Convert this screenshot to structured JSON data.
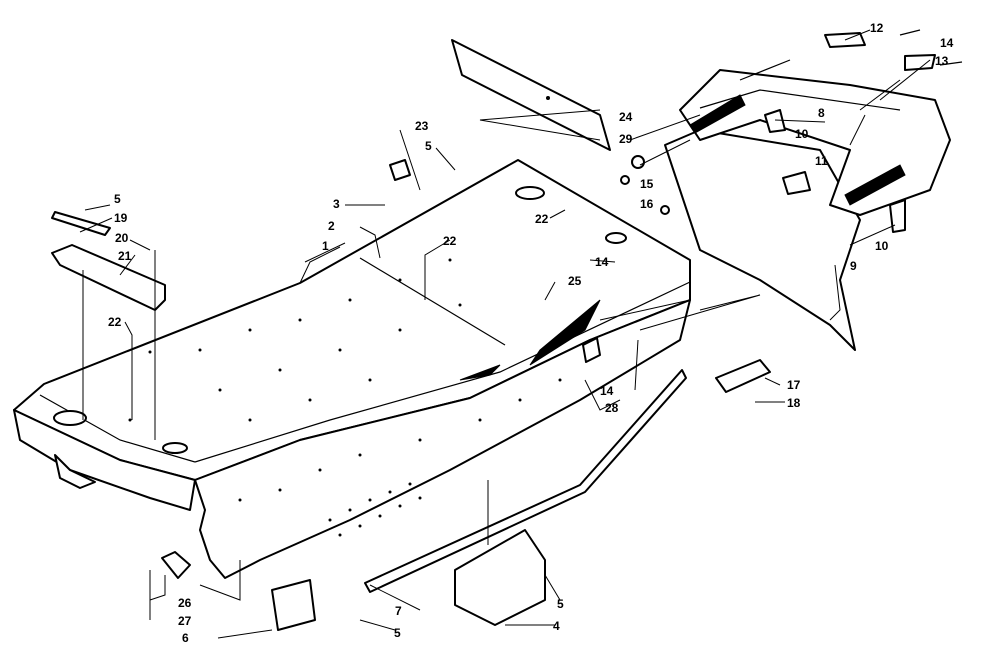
{
  "diagram": {
    "type": "exploded-parts-view",
    "callouts": [
      {
        "id": "c1",
        "text": "1"
      },
      {
        "id": "c2",
        "text": "2"
      },
      {
        "id": "c3",
        "text": "3"
      },
      {
        "id": "c4",
        "text": "4"
      },
      {
        "id": "c5a",
        "text": "5"
      },
      {
        "id": "c5b",
        "text": "5"
      },
      {
        "id": "c5c",
        "text": "5"
      },
      {
        "id": "c5d",
        "text": "5"
      },
      {
        "id": "c6",
        "text": "6"
      },
      {
        "id": "c7",
        "text": "7"
      },
      {
        "id": "c8",
        "text": "8"
      },
      {
        "id": "c9",
        "text": "9"
      },
      {
        "id": "c10a",
        "text": "10"
      },
      {
        "id": "c10b",
        "text": "10"
      },
      {
        "id": "c11",
        "text": "11"
      },
      {
        "id": "c12",
        "text": "12"
      },
      {
        "id": "c13",
        "text": "13"
      },
      {
        "id": "c14a",
        "text": "14"
      },
      {
        "id": "c14b",
        "text": "14"
      },
      {
        "id": "c14c",
        "text": "14"
      },
      {
        "id": "c15",
        "text": "15"
      },
      {
        "id": "c16",
        "text": "16"
      },
      {
        "id": "c17",
        "text": "17"
      },
      {
        "id": "c18",
        "text": "18"
      },
      {
        "id": "c19",
        "text": "19"
      },
      {
        "id": "c20",
        "text": "20"
      },
      {
        "id": "c21",
        "text": "21"
      },
      {
        "id": "c22a",
        "text": "22"
      },
      {
        "id": "c22b",
        "text": "22"
      },
      {
        "id": "c22c",
        "text": "22"
      },
      {
        "id": "c23",
        "text": "23"
      },
      {
        "id": "c24",
        "text": "24"
      },
      {
        "id": "c25",
        "text": "25"
      },
      {
        "id": "c26",
        "text": "26"
      },
      {
        "id": "c27",
        "text": "27"
      },
      {
        "id": "c28",
        "text": "28"
      },
      {
        "id": "c29",
        "text": "29"
      }
    ]
  }
}
